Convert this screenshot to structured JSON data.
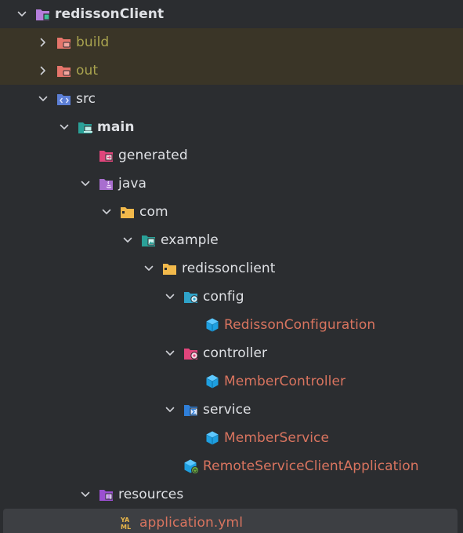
{
  "colors": {
    "background": "#2b2d30",
    "excluded_row": "#3a3527",
    "selected_row": "#3d3f43",
    "text_default": "#dfe1e5",
    "text_excluded": "#a9a34f",
    "text_modified": "#d9745f"
  },
  "tree": [
    {
      "id": "redissonClient",
      "label": "redissonClient",
      "depth": 0,
      "expanded": true,
      "icon": "module-folder-icon",
      "style": "bold"
    },
    {
      "id": "build",
      "label": "build",
      "depth": 1,
      "expanded": false,
      "icon": "excluded-folder-icon",
      "style": "olive"
    },
    {
      "id": "out",
      "label": "out",
      "depth": 1,
      "expanded": false,
      "icon": "excluded-folder-icon",
      "style": "olive"
    },
    {
      "id": "src",
      "label": "src",
      "depth": 1,
      "expanded": true,
      "icon": "source-folder-icon",
      "style": "normal"
    },
    {
      "id": "main",
      "label": "main",
      "depth": 2,
      "expanded": true,
      "icon": "main-folder-icon",
      "style": "bold"
    },
    {
      "id": "generated",
      "label": "generated",
      "depth": 3,
      "expanded": null,
      "icon": "generated-folder-icon",
      "style": "normal"
    },
    {
      "id": "java",
      "label": "java",
      "depth": 3,
      "expanded": true,
      "icon": "java-folder-icon",
      "style": "normal"
    },
    {
      "id": "com",
      "label": "com",
      "depth": 4,
      "expanded": true,
      "icon": "package-folder-icon",
      "style": "normal"
    },
    {
      "id": "example",
      "label": "example",
      "depth": 5,
      "expanded": true,
      "icon": "example-folder-icon",
      "style": "normal"
    },
    {
      "id": "redissonclient",
      "label": "redissonclient",
      "depth": 6,
      "expanded": true,
      "icon": "package-folder-icon",
      "style": "normal"
    },
    {
      "id": "config",
      "label": "config",
      "depth": 7,
      "expanded": true,
      "icon": "config-folder-icon",
      "style": "normal"
    },
    {
      "id": "RedissonConfiguration",
      "label": "RedissonConfiguration",
      "depth": 8,
      "expanded": null,
      "icon": "class-cube-icon",
      "style": "red"
    },
    {
      "id": "controller",
      "label": "controller",
      "depth": 7,
      "expanded": true,
      "icon": "controller-folder-icon",
      "style": "normal"
    },
    {
      "id": "MemberController",
      "label": "MemberController",
      "depth": 8,
      "expanded": null,
      "icon": "class-cube-icon",
      "style": "red"
    },
    {
      "id": "service",
      "label": "service",
      "depth": 7,
      "expanded": true,
      "icon": "service-folder-icon",
      "style": "normal"
    },
    {
      "id": "MemberService",
      "label": "MemberService",
      "depth": 8,
      "expanded": null,
      "icon": "class-cube-icon",
      "style": "red"
    },
    {
      "id": "RemoteServiceClientApplication",
      "label": "RemoteServiceClientApplication",
      "depth": 7,
      "expanded": null,
      "icon": "spring-app-icon",
      "style": "red"
    },
    {
      "id": "resources",
      "label": "resources",
      "depth": 3,
      "expanded": true,
      "icon": "resources-folder-icon",
      "style": "normal"
    },
    {
      "id": "application.yml",
      "label": "application.yml",
      "depth": 4,
      "expanded": null,
      "icon": "yaml-file-icon",
      "style": "red"
    }
  ]
}
